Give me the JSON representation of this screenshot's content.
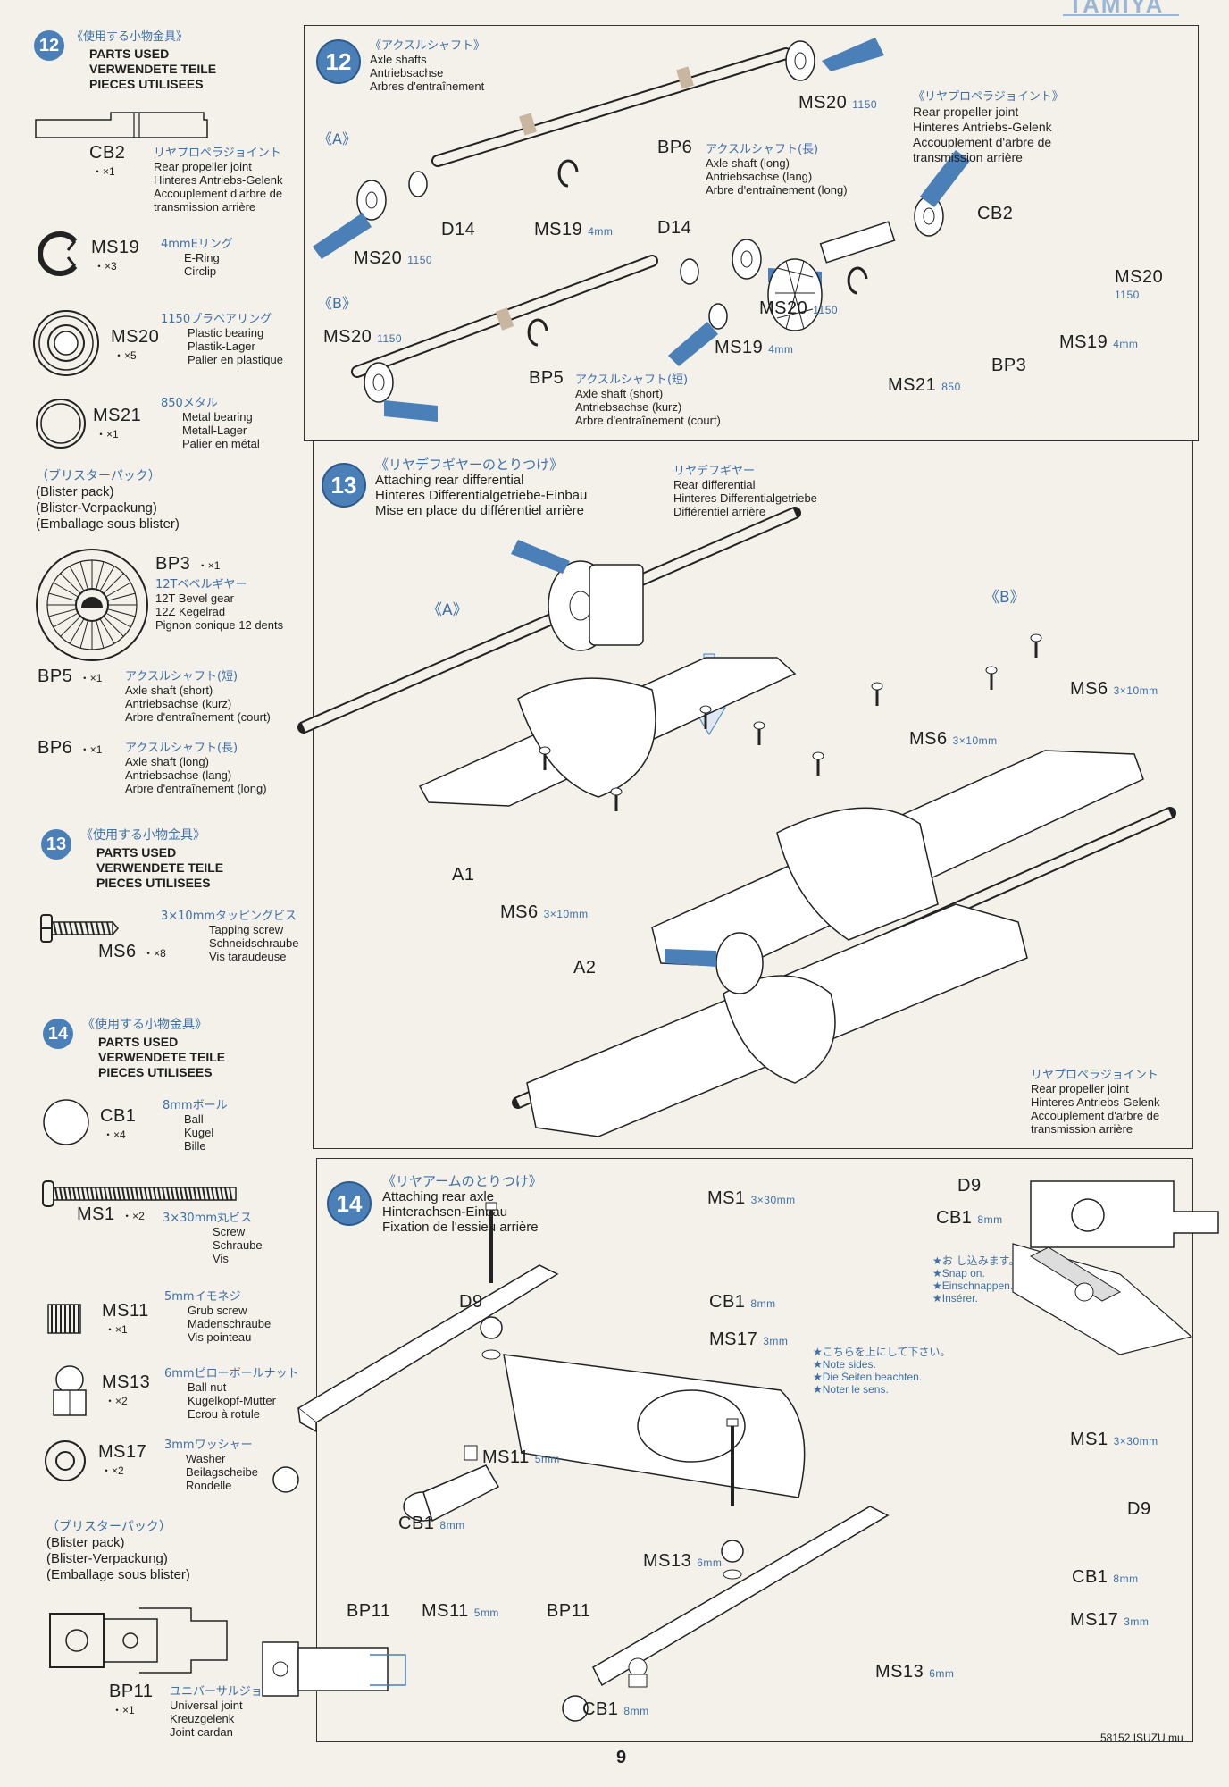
{
  "header": {
    "brand": "TAMIYA"
  },
  "sidebar": {
    "s12": {
      "num": "12",
      "jp": "《使用する小物金具》",
      "en": "PARTS USED",
      "de": "VERWENDETE TEILE",
      "fr": "PIECES UTILISEES",
      "parts": [
        {
          "code": "CB2",
          "qty": "・×1",
          "jp": "リヤプロペラジョイント",
          "l1": "Rear propeller joint",
          "l2": "Hinteres Antriebs-Gelenk",
          "l3": "Accouplement d'arbre de",
          "l4": "transmission arrière"
        },
        {
          "code": "MS19",
          "qty": "・×3",
          "jp": "4mmEリング",
          "l1": "E-Ring",
          "l2": "Circlip"
        },
        {
          "code": "MS20",
          "qty": "・×5",
          "jp": "1150プラベアリング",
          "l1": "Plastic bearing",
          "l2": "Plastik-Lager",
          "l3": "Palier en plastique"
        },
        {
          "code": "MS21",
          "qty": "・×1",
          "jp": "850メタル",
          "l1": "Metal bearing",
          "l2": "Metall-Lager",
          "l3": "Palier en métal"
        }
      ],
      "blister": {
        "jp": "（ブリスターパック）",
        "en": "(Blister pack)",
        "de": "(Blister-Verpackung)",
        "fr": "(Emballage sous blister)"
      },
      "bp": [
        {
          "code": "BP3",
          "qty": "・×1",
          "jp": "12Tベベルギヤー",
          "l1": "12T Bevel gear",
          "l2": "12Z Kegelrad",
          "l3": "Pignon conique 12 dents"
        },
        {
          "code": "BP5",
          "qty": "・×1",
          "jp": "アクスルシャフト(短)",
          "l1": "Axle shaft (short)",
          "l2": "Antriebsachse (kurz)",
          "l3": "Arbre d'entraînement (court)"
        },
        {
          "code": "BP6",
          "qty": "・×1",
          "jp": "アクスルシャフト(長)",
          "l1": "Axle shaft (long)",
          "l2": "Antriebsachse (lang)",
          "l3": "Arbre d'entraînement (long)"
        }
      ]
    },
    "s13": {
      "num": "13",
      "jp": "《使用する小物金具》",
      "en": "PARTS USED",
      "de": "VERWENDETE TEILE",
      "fr": "PIECES UTILISEES",
      "parts": [
        {
          "code": "MS6",
          "qty": "・×8",
          "jp": "3×10mmタッピングビス",
          "l1": "Tapping screw",
          "l2": "Schneidschraube",
          "l3": "Vis taraudeuse"
        }
      ]
    },
    "s14": {
      "num": "14",
      "jp": "《使用する小物金具》",
      "en": "PARTS USED",
      "de": "VERWENDETE TEILE",
      "fr": "PIECES UTILISEES",
      "parts": [
        {
          "code": "CB1",
          "qty": "・×4",
          "jp": "8mmボール",
          "l1": "Ball",
          "l2": "Kugel",
          "l3": "Bille"
        },
        {
          "code": "MS1",
          "qty": "・×2",
          "jp": "3×30mm丸ビス",
          "l1": "Screw",
          "l2": "Schraube",
          "l3": "Vis"
        },
        {
          "code": "MS11",
          "qty": "・×1",
          "jp": "5mmイモネジ",
          "l1": "Grub screw",
          "l2": "Madenschraube",
          "l3": "Vis pointeau"
        },
        {
          "code": "MS13",
          "qty": "・×2",
          "jp": "6mmピローボールナット",
          "l1": "Ball nut",
          "l2": "Kugelkopf-Mutter",
          "l3": "Ecrou à rotule"
        },
        {
          "code": "MS17",
          "qty": "・×2",
          "jp": "3mmワッシャー",
          "l1": "Washer",
          "l2": "Beilagscheibe",
          "l3": "Rondelle"
        }
      ],
      "blister": {
        "jp": "（ブリスターパック）",
        "en": "(Blister pack)",
        "de": "(Blister-Verpackung)",
        "fr": "(Emballage sous blister)"
      },
      "bp": [
        {
          "code": "BP11",
          "qty": "・×1",
          "jp": "ユニバーサルジョイント",
          "l1": "Universal joint",
          "l2": "Kreuzgelenk",
          "l3": "Joint cardan"
        }
      ]
    }
  },
  "step12": {
    "num": "12",
    "jp": "《アクスルシャフト》",
    "en": "Axle shafts",
    "de": "Antriebsachse",
    "fr": "Arbres d'entraînement",
    "labelA": "《A》",
    "labelB": "《B》",
    "joint_jp": "《リヤプロペラジョイント》",
    "joint_en": "Rear propeller joint",
    "joint_de": "Hinteres Antriebs-Gelenk",
    "joint_fr1": "Accouplement d'arbre de",
    "joint_fr2": "transmission arrière",
    "bp6_jp": "アクスルシャフト(長)",
    "bp6_en": "Axle shaft (long)",
    "bp6_de": "Antriebsachse (lang)",
    "bp6_fr": "Arbre d'entraînement (long)",
    "bp5_jp": "アクスルシャフト(短)",
    "bp5_en": "Axle shaft (short)",
    "bp5_de": "Antriebsachse (kurz)",
    "bp5_fr": "Arbre d'entraînement (court)",
    "callouts": {
      "ms20": "MS20",
      "ms20_size": "1150",
      "d14": "D14",
      "ms19": "MS19",
      "ms19_size": "4mm",
      "bp6": "BP6",
      "bp5": "BP5",
      "cb2": "CB2",
      "bp3": "BP3",
      "ms21": "MS21",
      "ms21_size": "850"
    }
  },
  "step13": {
    "num": "13",
    "jp": "《リヤデフギヤーのとりつけ》",
    "en": "Attaching rear differential",
    "de": "Hinteres Differentialgetriebe-Einbau",
    "fr": "Mise en place du différentiel arrière",
    "diff_jp": "リヤデフギヤー",
    "diff_en": "Rear differential",
    "diff_de": "Hinteres Differentialgetriebe",
    "diff_fr": "Différentiel arrière",
    "labelA": "《A》",
    "labelB": "《B》",
    "a1": "A1",
    "a2": "A2",
    "ms6": "MS6",
    "ms6_size": "3×10mm",
    "joint_jp": "リヤプロペラジョイント",
    "joint_en": "Rear propeller joint",
    "joint_de": "Hinteres Antriebs-Gelenk",
    "joint_fr1": "Accouplement d'arbre de",
    "joint_fr2": "transmission arrière"
  },
  "step14": {
    "num": "14",
    "jp": "《リヤアームのとりつけ》",
    "en": "Attaching rear axle",
    "de": "Hinterachsen-Einbau",
    "fr": "Fixation de l'essieu arrière",
    "snap_jp": "★お し込みます。",
    "snap_en": "★Snap on.",
    "snap_de": "★Einschnappen.",
    "snap_fr": "★Insérer.",
    "note_jp": "★こちらを上にして下さい。",
    "note_en": "★Note sides.",
    "note_de": "★Die Seiten beachten.",
    "note_fr": "★Noter le sens.",
    "callouts": {
      "ms1": "MS1",
      "ms1_size": "3×30mm",
      "d9": "D9",
      "cb1": "CB1",
      "cb1_size": "8mm",
      "ms17": "MS17",
      "ms17_size": "3mm",
      "ms11": "MS11",
      "ms11_size": "5mm",
      "ms13": "MS13",
      "ms13_size": "6mm",
      "bp11": "BP11"
    }
  },
  "footer": {
    "page": "9",
    "model": "58152 ISUZU mu"
  }
}
